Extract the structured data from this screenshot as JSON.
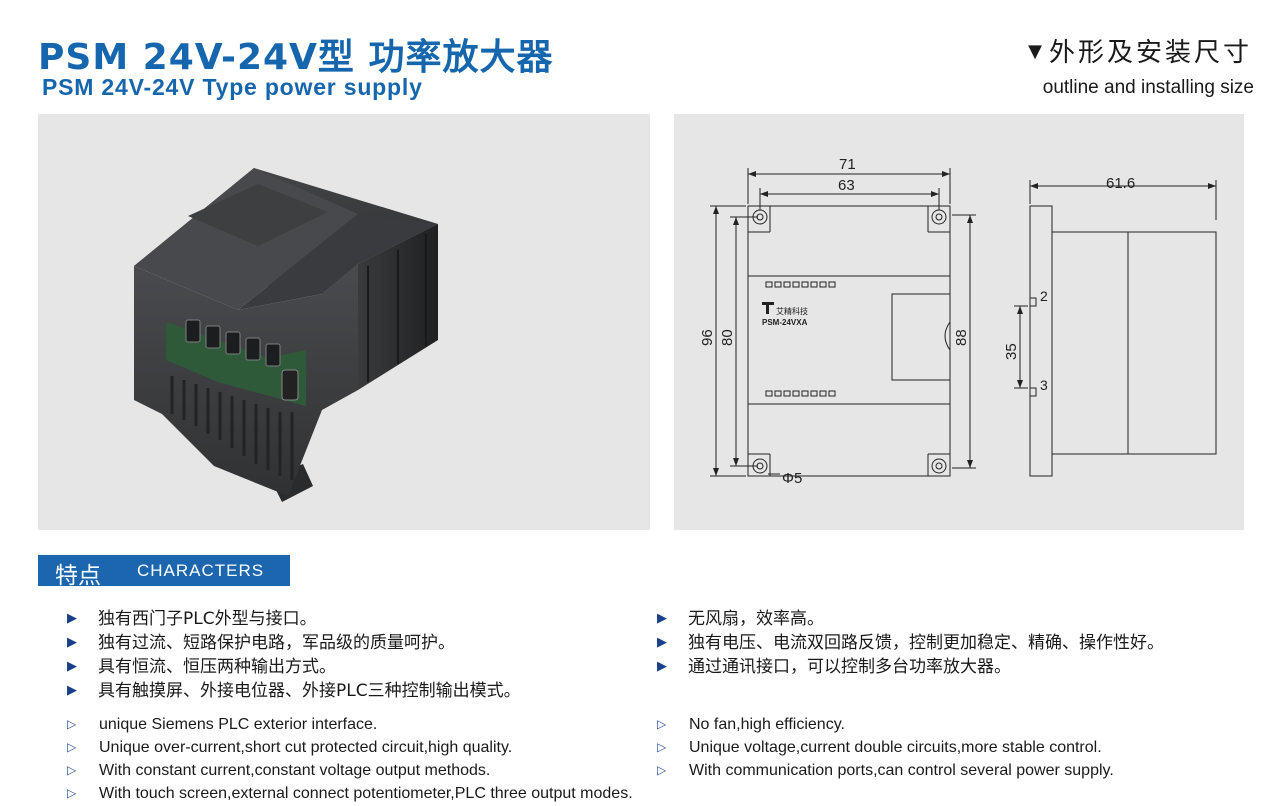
{
  "header": {
    "title_cn": "PSM 24V-24V型  功率放大器",
    "title_en": "PSM 24V-24V Type power supply",
    "outline_cn": "外形及安装尺寸",
    "outline_en": "outline and installing size"
  },
  "drawing": {
    "dim_71": "71",
    "dim_63": "63",
    "dim_616": "61.6",
    "dim_96": "96",
    "dim_80": "80",
    "dim_88": "88",
    "dim_35": "35",
    "dim_2": "2",
    "dim_3": "3",
    "dim_phi5": "Φ5",
    "brand": "艾精科技",
    "model": "PSM-24VXA"
  },
  "characters": {
    "label_cn": "特点",
    "label_en": "CHARACTERS",
    "left_cn": [
      "独有西门子PLC外型与接口。",
      "独有过流、短路保护电路，军品级的质量呵护。",
      "具有恒流、恒压两种输出方式。",
      "具有触摸屏、外接电位器、外接PLC三种控制输出模式。"
    ],
    "right_cn": [
      "无风扇，效率高。",
      "独有电压、电流双回路反馈，控制更加稳定、精确、操作性好。",
      "通过通讯接口，可以控制多台功率放大器。"
    ],
    "left_en": [
      "unique Siemens PLC exterior interface.",
      "Unique over-current,short cut protected circuit,high quality.",
      "With constant current,constant voltage output methods.",
      "With touch screen,external connect potentiometer,PLC three output modes."
    ],
    "right_en": [
      "No fan,high efficiency.",
      "Unique voltage,current double circuits,more stable control.",
      "With communication ports,can control several power supply."
    ]
  },
  "colors": {
    "brand_blue": "#1666ad",
    "panel_gray": "#e6e6e6"
  }
}
